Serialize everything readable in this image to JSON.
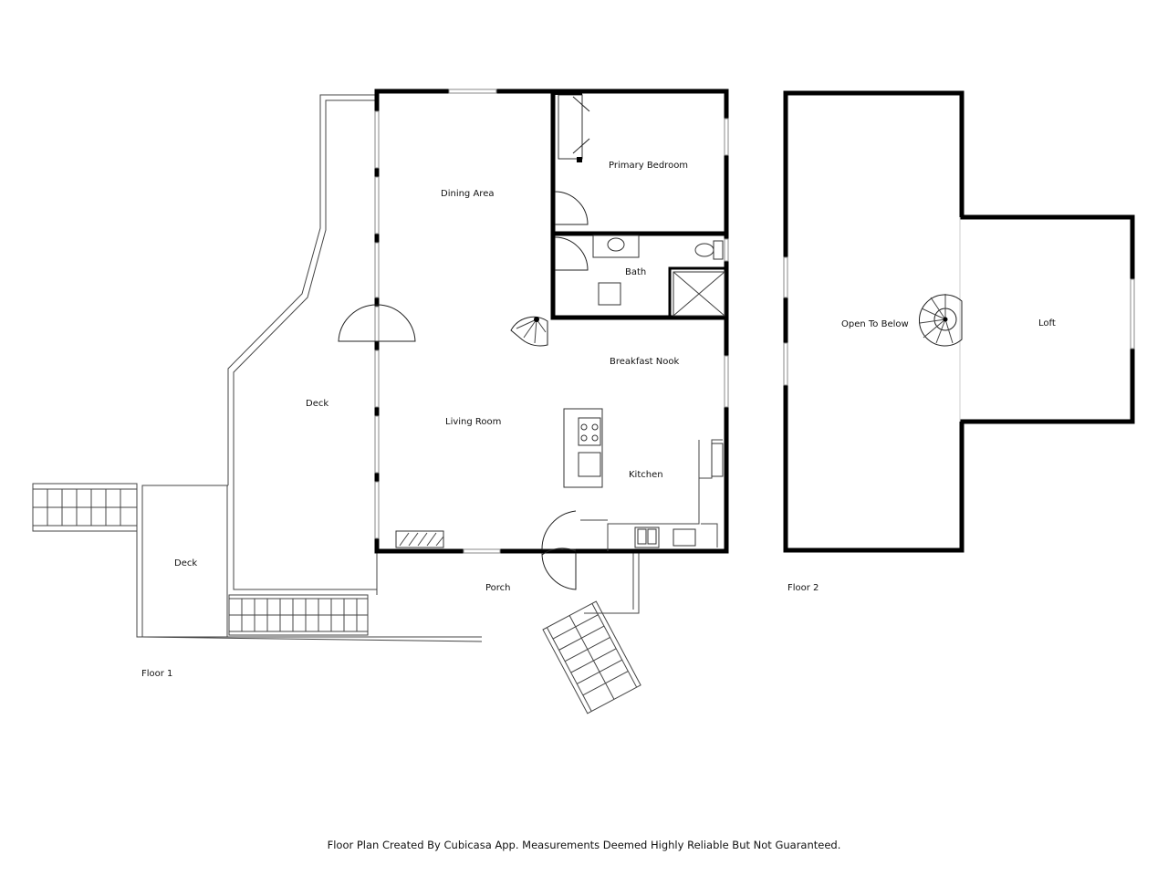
{
  "rooms": {
    "dining_area": "Dining Area",
    "primary_bedroom": "Primary Bedroom",
    "bath": "Bath",
    "breakfast_nook": "Breakfast Nook",
    "living_room": "Living Room",
    "kitchen": "Kitchen",
    "deck_main": "Deck",
    "deck_lower": "Deck",
    "porch": "Porch",
    "open_to_below": "Open To Below",
    "loft": "Loft"
  },
  "floors": {
    "floor1": "Floor 1",
    "floor2": "Floor 2"
  },
  "footer": "Floor Plan Created By Cubicasa App. Measurements Deemed Highly Reliable But Not Guaranteed."
}
